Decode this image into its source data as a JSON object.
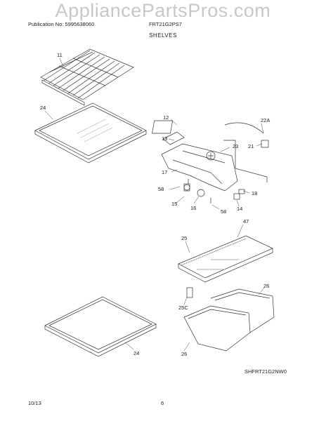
{
  "watermark": "AppliancePartsPros.com",
  "header": {
    "publication": "Publication No: 5995638060",
    "model": "FRT21G2PS7",
    "section": "SHELVES"
  },
  "parts": {
    "p11": "11",
    "p24a": "24",
    "p12": "12",
    "p13": "13",
    "p22a": "22A",
    "p23": "23",
    "p21": "21",
    "p17": "17",
    "p58a": "58",
    "p15": "15",
    "p16": "16",
    "p58b": "58",
    "p18": "18",
    "p14": "14",
    "p47": "47",
    "p25": "25",
    "p26a": "26",
    "p25c": "25C",
    "p24b": "24",
    "p26b": "26"
  },
  "diagram_code": "SHFRT21G2NW0",
  "footer": {
    "date": "10/13",
    "page": "6"
  }
}
